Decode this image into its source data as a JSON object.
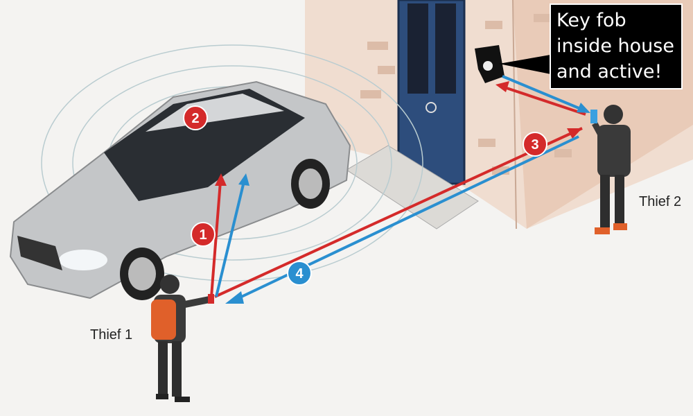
{
  "callout": {
    "text": "Key fob inside house and active!"
  },
  "labels": {
    "thief1": "Thief 1",
    "thief2": "Thief 2"
  },
  "steps": [
    "1",
    "2",
    "3",
    "4"
  ],
  "colors": {
    "red_signal": "#d42a2a",
    "blue_signal": "#2a8fd0",
    "door": "#2d4d7c",
    "wall": "#e9cbb8",
    "car": "#c4c6c8",
    "backpack": "#e0602a"
  }
}
